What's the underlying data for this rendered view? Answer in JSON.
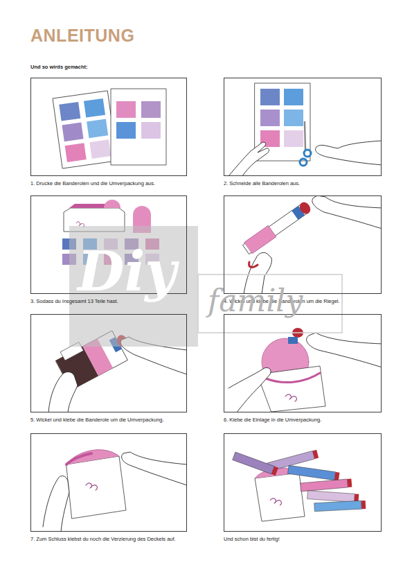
{
  "diagram": {
    "title": "ANLEITUNG",
    "nodes": [
      {
        "text": [
          "1. Drucke die Banderolen und die Umverpackung aus."
        ]
      },
      {
        "text": [
          "2. Schneide alle Banderolen aus."
        ]
      },
      {
        "text": [
          "3. Sodass du Insgesamt 13 Teile hast."
        ]
      },
      {
        "text": [
          "4. Wickel und klebe die Banderolen um die Riegel."
        ]
      },
      {
        "text": [
          "5. Wickel und klebe die Banderole um die Umverpackung."
        ]
      },
      {
        "text": [
          "6. Klebe die Einlage in die Umverpackung."
        ]
      },
      {
        "text": [
          "7. Zum Schluss klebst du noch die Verzierung des Deckels auf."
        ]
      },
      {
        "text": [
          "Und schon bist du fertig!"
        ]
      }
    ],
    "labels": [
      "Und so wirds gemacht:",
      "Diy",
      "family"
    ]
  }
}
